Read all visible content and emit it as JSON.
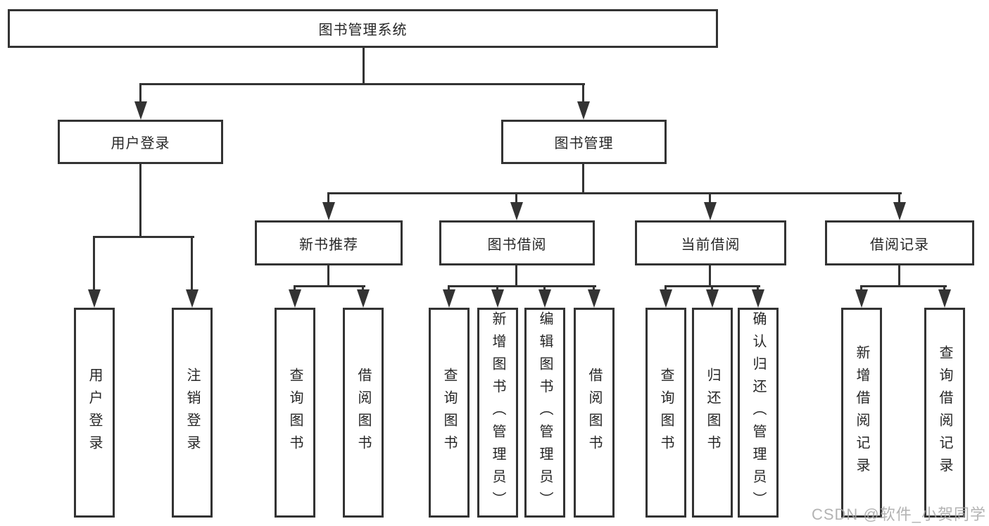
{
  "colors": {
    "line": "#333333",
    "text": "#262626",
    "background": "#ffffff",
    "watermark": "#a6a6a6"
  },
  "watermark": "CSDN @软件_小贺同学",
  "tree": {
    "root": "图书管理系统",
    "user_login": "用户登录",
    "book_mgmt": "图书管理",
    "user_login_children": {
      "login": "用户登录",
      "logout": "注销登录"
    },
    "book_mgmt_children": {
      "new_book_rec": "新书推荐",
      "book_borrow": "图书借阅",
      "current_borrow": "当前借阅",
      "borrow_record": "借阅记录"
    },
    "new_book_rec_children": {
      "query_book": "查询图书",
      "borrow_book": "借阅图书"
    },
    "book_borrow_children": {
      "query_book": "查询图书",
      "add_book": "新增图书（管理员）",
      "edit_book": "编辑图书（管理员）",
      "borrow_book": "借阅图书"
    },
    "current_borrow_children": {
      "query_book": "查询图书",
      "return_book": "归还图书",
      "confirm_return": "确认归还（管理员）"
    },
    "borrow_record_children": {
      "add_record": "新增借阅记录",
      "query_record": "查询借阅记录"
    }
  }
}
